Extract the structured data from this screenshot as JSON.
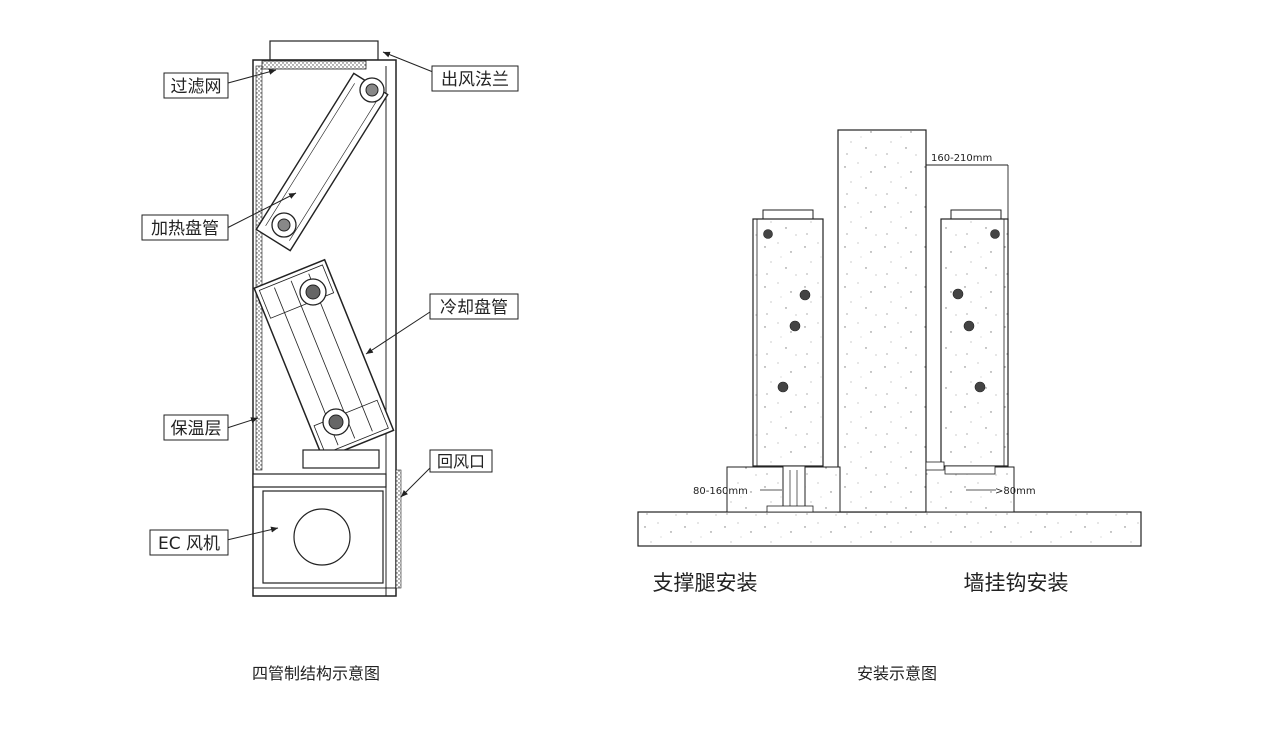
{
  "left_diagram": {
    "caption": "四管制结构示意图",
    "labels": {
      "filter": "过滤网",
      "outlet_flange": "出风法兰",
      "heating_coil": "加热盘管",
      "cooling_coil": "冷却盘管",
      "insulation": "保温层",
      "return_air": "回风口",
      "ec_fan": "EC 风机"
    }
  },
  "right_diagram": {
    "caption": "安装示意图",
    "dimensions": {
      "wall_gap": "160-210mm",
      "leg_height": "80-160mm",
      "hook_clearance": ">80mm"
    },
    "labels": {
      "leg_install": "支撑腿安装",
      "hook_install": "墙挂钩安装"
    }
  }
}
